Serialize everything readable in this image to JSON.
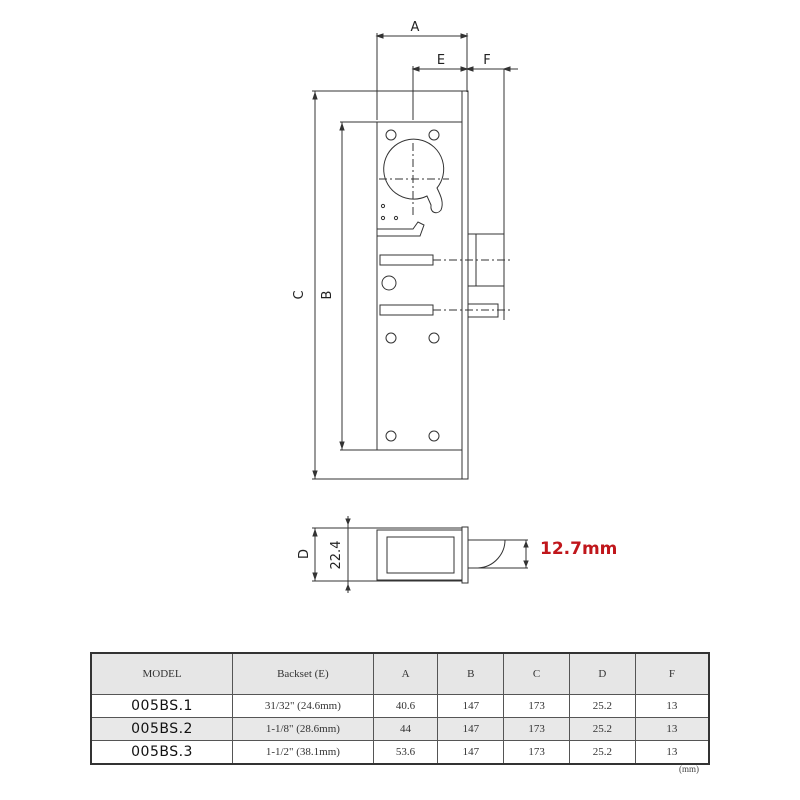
{
  "drawing": {
    "dimensions": {
      "A": "A",
      "B": "B",
      "C": "C",
      "D": "D",
      "E": "E",
      "F": "F",
      "height_22_4": "22.4",
      "bolt_projection": "12.7mm"
    },
    "colors": {
      "line": "#333333",
      "accent_red": "#c0161b"
    }
  },
  "table": {
    "headers": [
      "MODEL",
      "Backset (E)",
      "A",
      "B",
      "C",
      "D",
      "F"
    ],
    "rows": [
      {
        "model": "005BS.1",
        "backset": "31/32\" (24.6mm)",
        "A": "40.6",
        "B": "147",
        "C": "173",
        "D": "25.2",
        "F": "13"
      },
      {
        "model": "005BS.2",
        "backset": "1-1/8\"  (28.6mm)",
        "A": "44",
        "B": "147",
        "C": "173",
        "D": "25.2",
        "F": "13"
      },
      {
        "model": "005BS.3",
        "backset": "1-1/2\"  (38.1mm)",
        "A": "53.6",
        "B": "147",
        "C": "173",
        "D": "25.2",
        "F": "13"
      }
    ],
    "unit": "(mm)"
  }
}
